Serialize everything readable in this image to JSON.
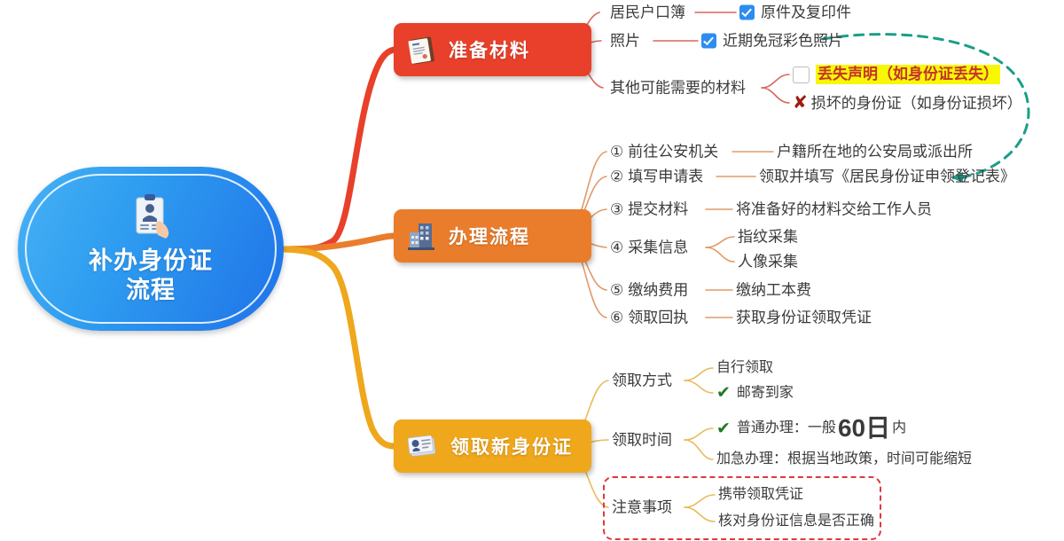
{
  "root": {
    "label": "补办身份证\n流程",
    "icon": "id-card-clipboard-icon",
    "color": "#2e9cf0"
  },
  "branches": [
    {
      "id": "prepare",
      "label": "准备材料",
      "icon": "clipboard-document-icon",
      "color": "#e8402a",
      "items": [
        {
          "label": "居民户口簿",
          "detail": "原件及复印件",
          "checkbox": "checked"
        },
        {
          "label": "照片",
          "detail": "近期免冠彩色照片",
          "checkbox": "checked"
        },
        {
          "label": "其他可能需要的材料",
          "children": [
            {
              "label": "丢失声明（如身份证丢失）",
              "checkbox": "empty",
              "highlight": true
            },
            {
              "label": "损坏的身份证（如身份证损坏）",
              "mark": "x"
            }
          ]
        }
      ]
    },
    {
      "id": "process",
      "label": "办理流程",
      "icon": "office-building-icon",
      "color": "#ea7d2c",
      "items": [
        {
          "num": "①",
          "label": "前往公安机关",
          "detail": "户籍所在地的公安局或派出所"
        },
        {
          "num": "②",
          "label": "填写申请表",
          "detail": "领取并填写《居民身份证申领登记表》"
        },
        {
          "num": "③",
          "label": "提交材料",
          "detail": "将准备好的材料交给工作人员"
        },
        {
          "num": "④",
          "label": "采集信息",
          "children": [
            {
              "label": "指纹采集"
            },
            {
              "label": "人像采集"
            }
          ]
        },
        {
          "num": "⑤",
          "label": "缴纳费用",
          "detail": "缴纳工本费"
        },
        {
          "num": "⑥",
          "label": "领取回执",
          "detail": "获取身份证领取凭证"
        }
      ]
    },
    {
      "id": "receive",
      "label": "领取新身份证",
      "icon": "id-card-stack-icon",
      "color": "#efa71c",
      "items": [
        {
          "label": "领取方式",
          "children": [
            {
              "label": "自行领取"
            },
            {
              "label": "邮寄到家",
              "mark": "check"
            }
          ]
        },
        {
          "label": "领取时间",
          "children": [
            {
              "label_prefix": "普通办理：一般 ",
              "big": "60日",
              "label_suffix": " 内",
              "mark": "check"
            },
            {
              "label": "加急办理：根据当地政策，时间可能缩短"
            }
          ]
        },
        {
          "label": "注意事项",
          "boxed": true,
          "children": [
            {
              "label": "携带领取凭证"
            },
            {
              "label": "核对身份证信息是否正确"
            }
          ]
        }
      ]
    }
  ],
  "annotation_arrow": {
    "name": "dashed-reference-arrow",
    "color": "#1a9e88",
    "from": "近期免冠彩色照片",
    "to": "《居民身份证申领登记表》"
  },
  "colors": {
    "red_branch": "#e8402a",
    "orange_branch": "#ea7d2c",
    "yellow_branch": "#efa71c",
    "checkbox_blue": "#2d8cf0",
    "highlight_yellow": "#f8f706",
    "highlight_text": "#c4332a",
    "check_green": "#1f7a1f",
    "x_red": "#9c1d12",
    "attention_border": "#e0383c",
    "text": "#3b3b3b"
  }
}
